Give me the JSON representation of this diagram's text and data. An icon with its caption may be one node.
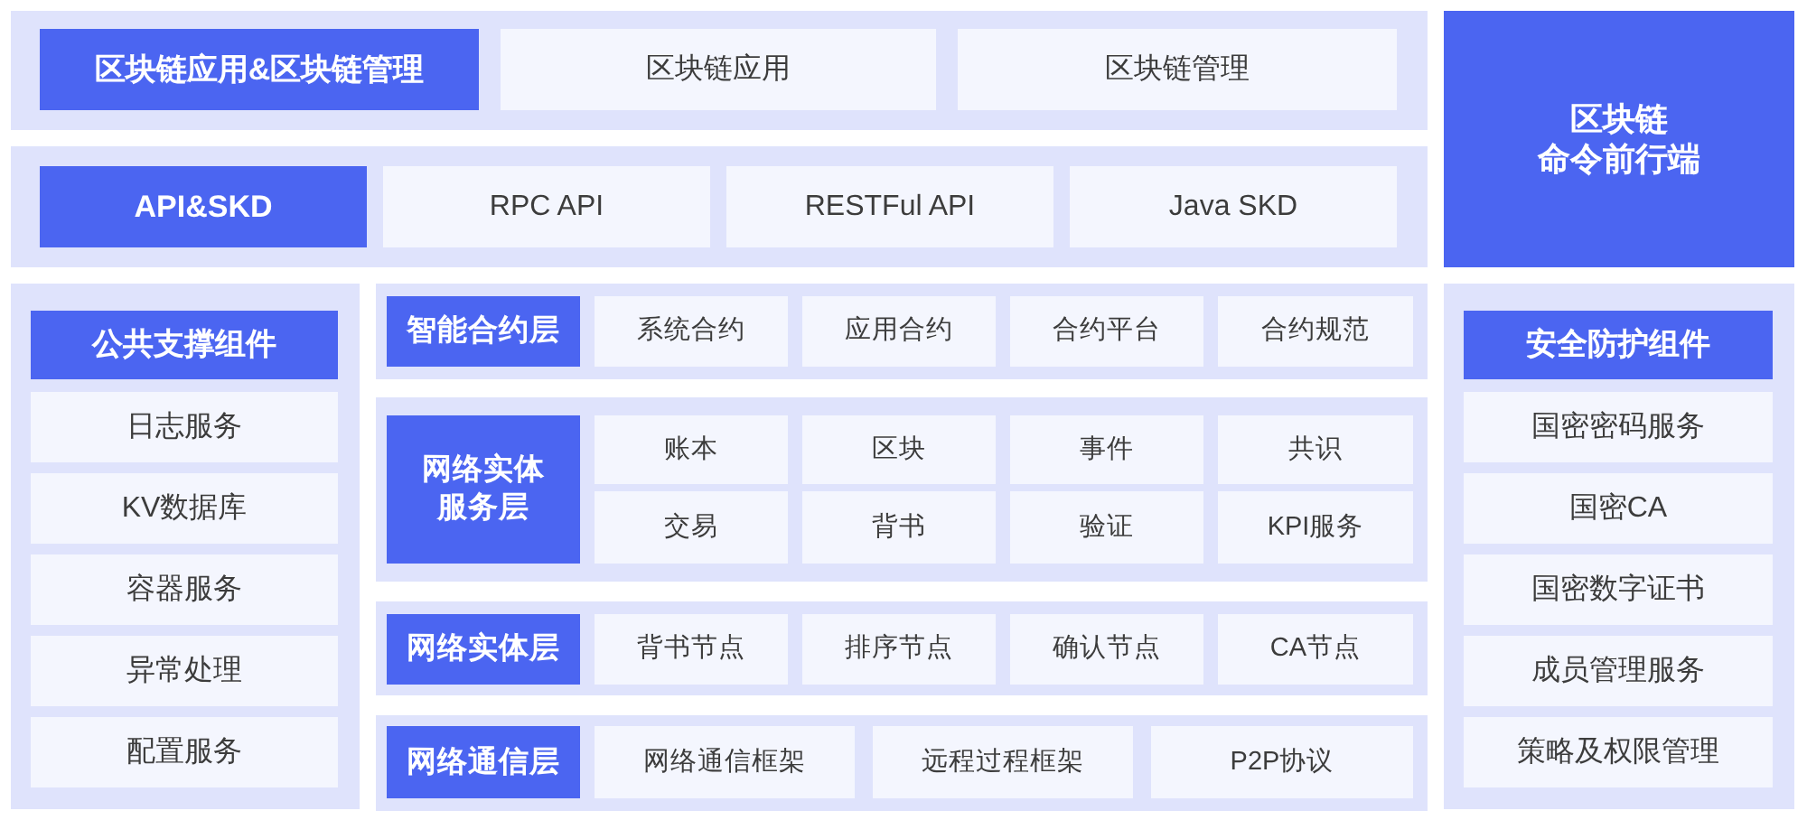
{
  "diagram": {
    "nodes": [
      {
        "text": [],
        "shape": "box"
      },
      {
        "text": [
          "区块链应用&区块链管理"
        ],
        "in": 0
      },
      {
        "text": [
          "区块链应用"
        ],
        "in": 0
      },
      {
        "text": [
          "区块链管理"
        ],
        "in": 0
      },
      {
        "text": [],
        "shape": "box"
      },
      {
        "text": [
          "API&SKD"
        ],
        "in": 4
      },
      {
        "text": [
          "RPC API"
        ],
        "in": 4
      },
      {
        "text": [
          "RESTFul API"
        ],
        "in": 4
      },
      {
        "text": [
          "Java SKD"
        ],
        "in": 4
      },
      {
        "text": [
          "区块链命令前行端"
        ]
      },
      {
        "text": [],
        "shape": "box"
      },
      {
        "text": [
          "公共支撑组件"
        ],
        "in": 10
      },
      {
        "text": [
          "日志服务"
        ],
        "in": 10
      },
      {
        "text": [
          "KV数据库"
        ],
        "in": 10
      },
      {
        "text": [
          "容器服务"
        ],
        "in": 10
      },
      {
        "text": [
          "异常处理"
        ],
        "in": 10
      },
      {
        "text": [
          "配置服务"
        ],
        "in": 10
      },
      {
        "text": [],
        "shape": "box"
      },
      {
        "text": [
          "智能合约层"
        ],
        "in": 17
      },
      {
        "text": [
          "系统合约"
        ],
        "in": 17
      },
      {
        "text": [
          "应用合约"
        ],
        "in": 17
      },
      {
        "text": [
          "合约平台"
        ],
        "in": 17
      },
      {
        "text": [
          "合约规范"
        ],
        "in": 17
      },
      {
        "text": [],
        "shape": "box"
      },
      {
        "text": [
          "网络实体服务层"
        ],
        "in": 23
      },
      {
        "text": [
          "账本"
        ],
        "in": 23
      },
      {
        "text": [
          "区块"
        ],
        "in": 23
      },
      {
        "text": [
          "事件"
        ],
        "in": 23
      },
      {
        "text": [
          "共识"
        ],
        "in": 23
      },
      {
        "text": [
          "交易"
        ],
        "in": 23
      },
      {
        "text": [
          "背书"
        ],
        "in": 23
      },
      {
        "text": [
          "验证"
        ],
        "in": 23
      },
      {
        "text": [
          "KPI服务"
        ],
        "in": 23
      },
      {
        "text": [],
        "shape": "box"
      },
      {
        "text": [
          "网络实体层"
        ],
        "in": 33
      },
      {
        "text": [
          "背书节点"
        ],
        "in": 33
      },
      {
        "text": [
          "排序节点"
        ],
        "in": 33
      },
      {
        "text": [
          "确认节点"
        ],
        "in": 33
      },
      {
        "text": [
          "CA节点"
        ],
        "in": 33
      },
      {
        "text": [],
        "shape": "box"
      },
      {
        "text": [
          "网络通信层"
        ],
        "in": 39
      },
      {
        "text": [
          "网络通信框架"
        ],
        "in": 39
      },
      {
        "text": [
          "远程过程框架"
        ],
        "in": 39
      },
      {
        "text": [
          "P2P协议"
        ],
        "in": 39
      },
      {
        "text": [],
        "shape": "box"
      },
      {
        "text": [
          "安全防护组件"
        ],
        "in": 44
      },
      {
        "text": [
          "国密密码服务"
        ],
        "in": 44
      },
      {
        "text": [
          "国密CA"
        ],
        "in": 44
      },
      {
        "text": [
          "国密数字证书"
        ],
        "in": 44
      },
      {
        "text": [
          "成员管理服务"
        ],
        "in": 44
      },
      {
        "text": [
          "策略及权限管理"
        ],
        "in": 44
      }
    ]
  }
}
